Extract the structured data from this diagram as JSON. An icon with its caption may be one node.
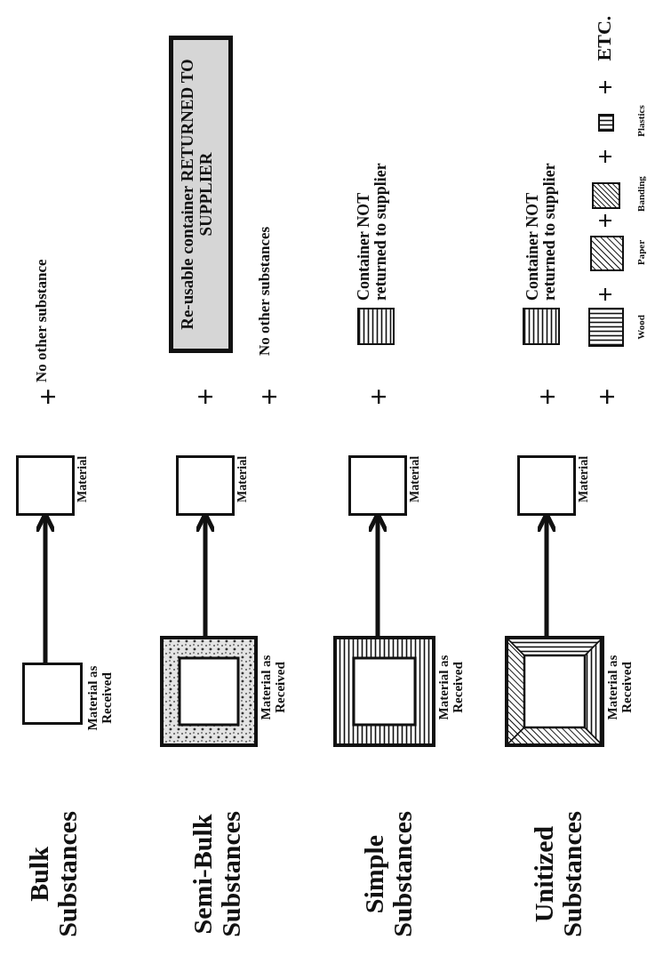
{
  "diagram": {
    "nodes": [
      {
        "text": [],
        "shape": "box",
        "beside": [
          "Material as Received"
        ]
      },
      {
        "text": [],
        "shape": "box",
        "beside": [
          "Material"
        ]
      },
      {
        "text": [],
        "shape": "picture",
        "beside": [
          "Material as Received"
        ]
      },
      {
        "text": [],
        "shape": "box",
        "beside": [
          "Material"
        ]
      },
      {
        "text": [
          "Re-usable container RETURNED TO SUPPLIER"
        ]
      },
      {
        "text": [],
        "shape": "picture",
        "beside": [
          "Material as Received"
        ]
      },
      {
        "text": [],
        "shape": "box",
        "beside": [
          "Material"
        ]
      },
      {
        "text": [],
        "shape": "box",
        "beside": [
          "Container NOT returned to supplier"
        ]
      },
      {
        "text": [],
        "shape": "picture",
        "beside": [
          "Material as Received"
        ]
      },
      {
        "text": [],
        "shape": "box",
        "beside": [
          "Material"
        ]
      },
      {
        "text": [],
        "shape": "box",
        "beside": [
          "Container NOT returned to supplier"
        ]
      },
      {
        "text": [],
        "shape": "box",
        "beside": [
          "Wood"
        ]
      },
      {
        "text": [],
        "shape": "box",
        "beside": [
          "Paper"
        ]
      },
      {
        "text": [],
        "shape": "box",
        "beside": [
          "Banding"
        ]
      },
      {
        "text": [],
        "shape": "box",
        "beside": [
          "Plastics"
        ]
      }
    ],
    "edges": [
      {
        "from": 0,
        "to": 1,
        "arrow": "to"
      },
      {
        "from": 2,
        "to": 3,
        "arrow": "to"
      },
      {
        "from": 5,
        "to": 6,
        "arrow": "to"
      },
      {
        "from": 8,
        "to": 9,
        "arrow": "to"
      }
    ],
    "labels": [
      "Bulk Substances",
      "+",
      "No other substance",
      "Semi-Bulk Substances",
      "+",
      "+",
      "No other substances",
      "Simple Substances",
      "+",
      "Unitized Substances",
      "+",
      "+",
      "+",
      "+",
      "+",
      "+",
      "ETC."
    ]
  }
}
